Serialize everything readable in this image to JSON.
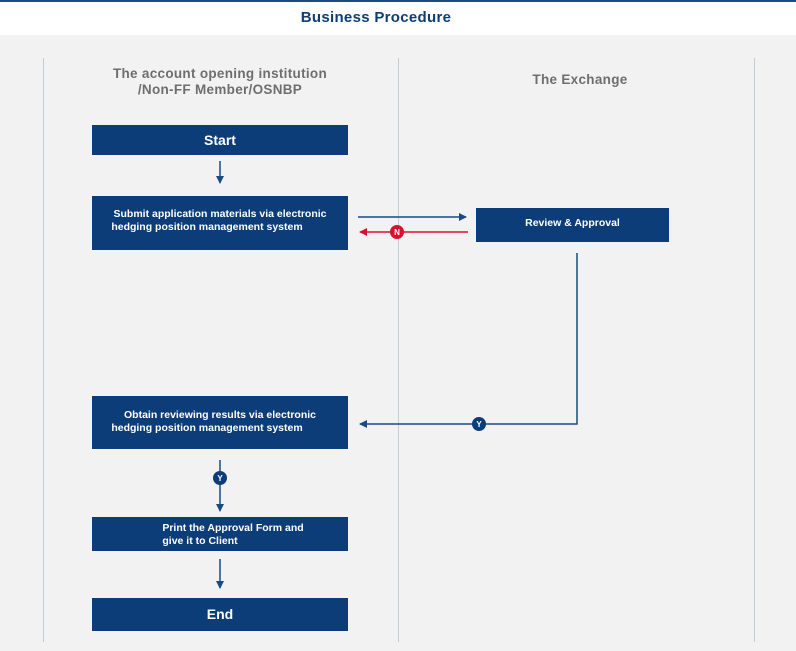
{
  "header": {
    "title": "Business Procedure"
  },
  "lanes": {
    "left_title_line1": "The account opening institution",
    "left_title_line2": "/Non-FF Member/OSNBP",
    "right_title": "The Exchange"
  },
  "steps": {
    "start": "Start",
    "submit_line1": "Submit application materials via electronic",
    "submit_line2": "hedging position management system",
    "review": "Review & Approval",
    "obtain_line1": "Obtain reviewing results via electronic",
    "obtain_line2": "hedging position management system",
    "print_line1": "Print the Approval Form and",
    "print_line2": "give it to Client",
    "end": "End"
  },
  "badges": {
    "no": "N",
    "yes_exchange": "Y",
    "yes_institution": "Y"
  },
  "colors": {
    "box": "#0d3d78",
    "arrow": "#1a4a84",
    "reject": "#d9112e",
    "lane_line": "#c4ccd8"
  }
}
